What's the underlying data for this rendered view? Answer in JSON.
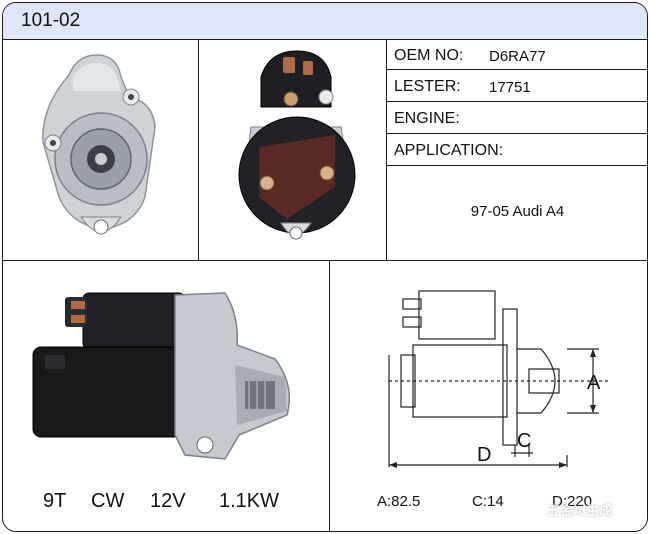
{
  "header": {
    "title": "101-02"
  },
  "specs": [
    {
      "label": "OEM NO:",
      "value": "D6RA77"
    },
    {
      "label": "LESTER:",
      "value": "17751"
    },
    {
      "label": "ENGINE:",
      "value": ""
    },
    {
      "label": "APPLICATION:",
      "value": ""
    }
  ],
  "application_value": "97-05 Audi A4",
  "electrical": {
    "teeth": "9T",
    "rotation": "CW",
    "voltage": "12V",
    "power": "1.1KW"
  },
  "dimensions": {
    "a": "A:82.5",
    "c": "C:14",
    "d": "D:220",
    "label_a": "A",
    "label_c": "C",
    "label_d": "D"
  },
  "watermark": "五金AI生成"
}
